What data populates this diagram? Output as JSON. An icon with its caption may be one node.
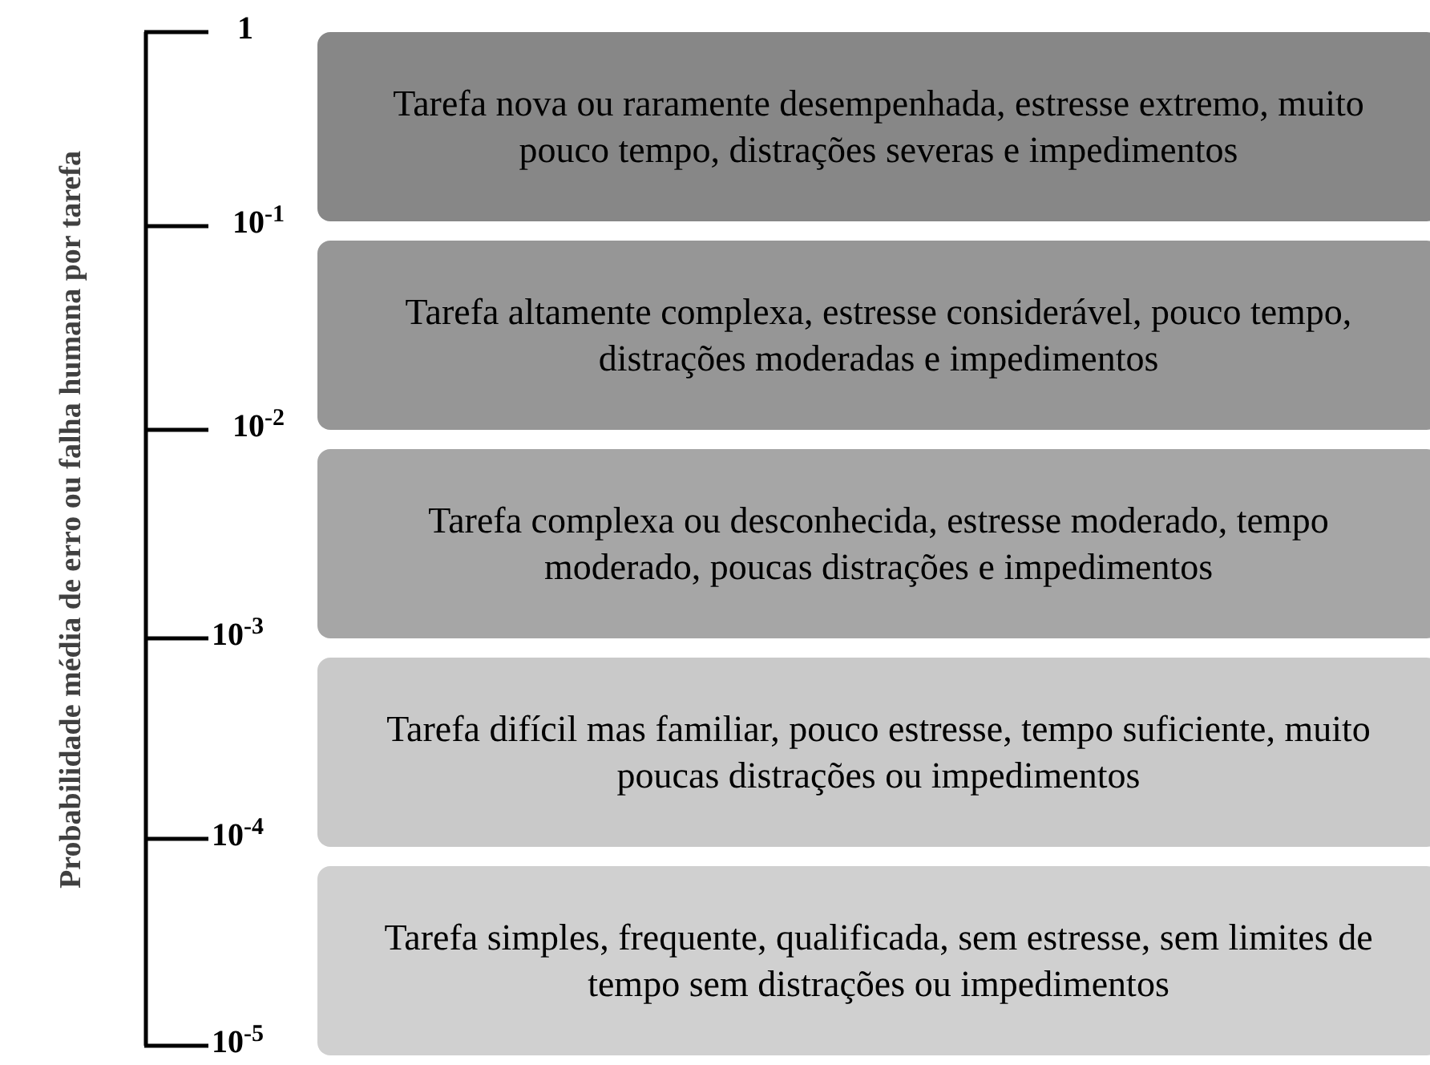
{
  "diagram": {
    "nodes": [
      {
        "text": [
          "Tarefa nova ou raramente desempenhada, estresse extremo, muito pouco tempo, distrações severas e impedimentos"
        ]
      },
      {
        "text": [
          "Tarefa altamente complexa, estresse considerável, pouco tempo, distrações moderadas e impedimentos"
        ]
      },
      {
        "text": [
          "Tarefa complexa ou desconhecida, estresse moderado, tempo moderado, poucas distrações e impedimentos"
        ]
      },
      {
        "text": [
          "Tarefa difícil mas familiar, pouco estresse, tempo suficiente, muito poucas distrações ou impedimentos"
        ]
      },
      {
        "text": [
          "Tarefa simples, frequente, qualificada, sem estresse, sem limites de tempo sem distrações ou impedimentos"
        ]
      }
    ],
    "labels": [
      "Probabilidade média de erro ou falha humana por tarefa",
      "1",
      "10$^{-1}$",
      "10$^{-2}$",
      "10$^{-3}$",
      "10$^{-4}$",
      "10$^{-5}$"
    ]
  }
}
